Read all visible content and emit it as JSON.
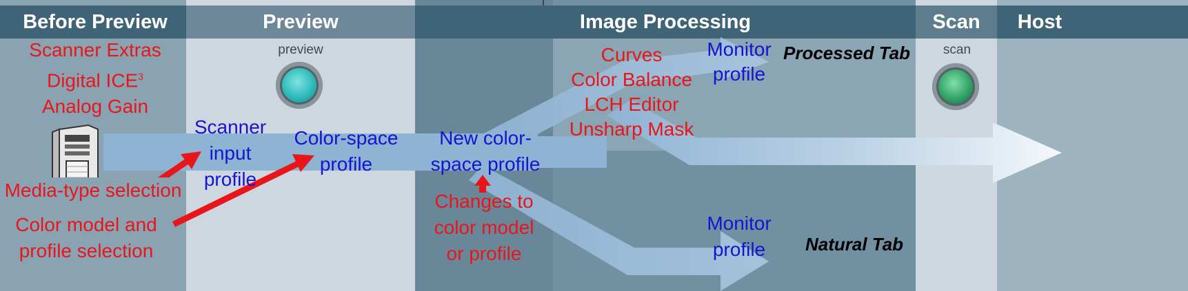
{
  "columns": {
    "before_preview": "Before Preview",
    "preview": "Preview",
    "image_processing": "Image Processing",
    "scan": "Scan",
    "host": "Host"
  },
  "before_preview": {
    "extras": [
      "Scanner Extras",
      "Digital ICE",
      "Analog Gain"
    ],
    "ice_superscript": "3",
    "media_type": "Media-type selection",
    "color_model": [
      "Color model and",
      "profile selection"
    ]
  },
  "preview": {
    "button_caption": "preview",
    "scanner_input_profile": [
      "Scanner",
      "input",
      "profile"
    ],
    "color_space_profile": [
      "Color-space",
      "profile"
    ]
  },
  "image_processing": {
    "new_profile": [
      "New color-",
      "space profile"
    ],
    "changes": [
      "Changes to",
      "color model",
      "or profile"
    ],
    "tools": [
      "Curves",
      "Color Balance",
      "LCH Editor",
      "Unsharp Mask"
    ],
    "monitor_profile_top": [
      "Monitor",
      "profile"
    ],
    "monitor_profile_bottom": [
      "Monitor",
      "profile"
    ],
    "processed_tab": "Processed Tab",
    "natural_tab": "Natural Tab"
  },
  "scan": {
    "button_caption": "scan"
  },
  "colors": {
    "header_band": "#3f6478",
    "red_text": "#e8161b",
    "blue_text": "#1414d2",
    "preview_button": "#2ab7b7",
    "scan_button": "#2e9e64",
    "flow_arrow": "#8fb3d3"
  }
}
